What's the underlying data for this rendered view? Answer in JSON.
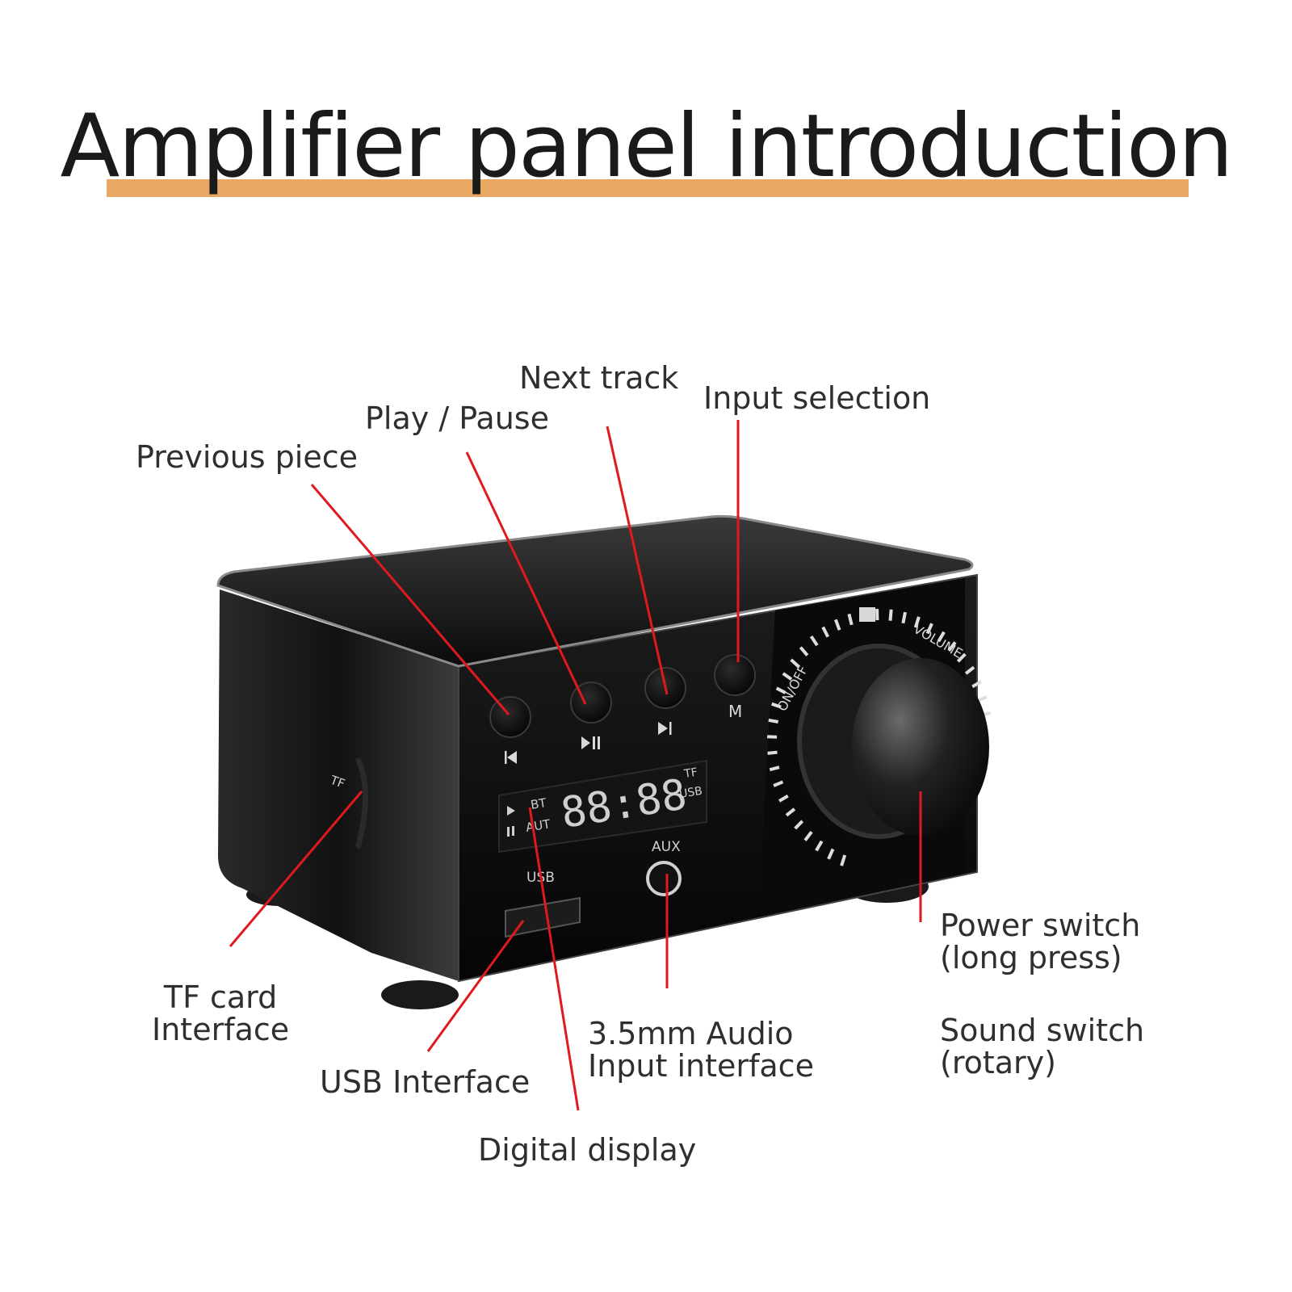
{
  "title": "Amplifier panel introduction",
  "colors": {
    "accent_bar": "#e9a764",
    "leader_line": "#e0191e",
    "device_body": "#111111",
    "text": "#2f2f2f"
  },
  "callouts": {
    "next_track": "Next track",
    "input_selection": "Input selection",
    "play_pause": "Play / Pause",
    "previous_piece": "Previous piece",
    "tf_card": [
      "TF card",
      "Interface"
    ],
    "usb_interface": "USB Interface",
    "audio_input": [
      "3.5mm Audio",
      "Input interface"
    ],
    "digital_display": "Digital display",
    "power_switch": [
      "Power switch",
      "(long press)"
    ],
    "sound_switch": [
      "Sound switch",
      "(rotary)"
    ]
  },
  "device_labels": {
    "btn_m": "M",
    "tf_slot": "TF",
    "usb_port": "USB",
    "aux_port": "AUX",
    "on_off": "ON/OFF",
    "volume": "VOLUME",
    "display_digits": "88:88",
    "display_bt": "BT",
    "display_aut": "AUT",
    "display_tf": "TF",
    "display_usb": "USB"
  }
}
